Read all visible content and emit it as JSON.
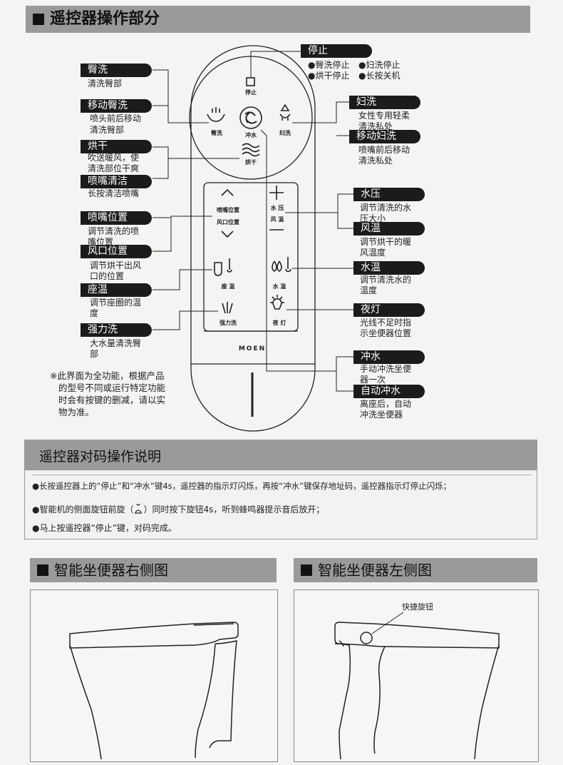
{
  "section_remote": {
    "title": "遥控器操作部分"
  },
  "remote": {
    "btn_stop": "停止",
    "btn_hip": "臀洗",
    "btn_flush": "冲水",
    "btn_lady": "妇洗",
    "btn_dry": "烘干",
    "btn_nozzle_pos": "喷嘴位置",
    "btn_air_pos": "风口位置",
    "btn_water_pressure": "水 压",
    "btn_air_temp": "风 温",
    "btn_seat_temp": "座 温",
    "btn_water_temp": "水 温",
    "btn_power_wash": "强力洗",
    "btn_night_light": "夜 灯",
    "brand": "MOEN"
  },
  "stop_info": {
    "title": "停止",
    "items": [
      "●臀洗停止",
      "●妇洗停止",
      "●烘干停止",
      "●长按关机"
    ]
  },
  "left_labels": [
    {
      "title": "臀洗",
      "lines": [
        "清洗臀部"
      ]
    },
    {
      "title": "移动臀洗",
      "lines": [
        "喷头前后移动",
        "清洗臀部"
      ]
    },
    {
      "title": "烘干",
      "lines": [
        "吹送暖风，使",
        "清洗部位干爽"
      ]
    },
    {
      "title": "喷嘴清洁",
      "lines": [
        "长按清洁喷嘴"
      ]
    },
    {
      "title": "喷嘴位置",
      "lines": [
        "调节清洗的喷",
        "嘴位置"
      ]
    },
    {
      "title": "风口位置",
      "lines": [
        "调节烘干出风",
        "口的位置"
      ]
    },
    {
      "title": "座温",
      "lines": [
        "调节座圈的温",
        "度"
      ]
    },
    {
      "title": "强力洗",
      "lines": [
        "大水量清洗臀",
        "部"
      ]
    }
  ],
  "right_labels": [
    {
      "title": "妇洗",
      "lines": [
        "女性专用轻柔",
        "清洗私处"
      ]
    },
    {
      "title": "移动妇洗",
      "lines": [
        "喷嘴前后移动",
        "清洗私处"
      ]
    },
    {
      "title": "水压",
      "lines": [
        "调节清洗的水",
        "压大小"
      ]
    },
    {
      "title": "风温",
      "lines": [
        "调节烘干的暖",
        "风温度"
      ]
    },
    {
      "title": "水温",
      "lines": [
        "调节清洗水的",
        "温度"
      ]
    },
    {
      "title": "夜灯",
      "lines": [
        "光线不足时指",
        "示坐便器位置"
      ]
    },
    {
      "title": "冲水",
      "lines": [
        "手动冲洗坐便",
        "器一次"
      ]
    },
    {
      "title": "自动冲水",
      "lines": [
        "离座后，自动",
        "冲洗坐便器"
      ]
    }
  ],
  "note_lines": [
    "※此界面为全功能，根据产品",
    "的型号不同或运行特定功能",
    "时会有按键的删减，请以实",
    "物为准。"
  ],
  "section_pairing": {
    "title": "遥控器对码操作说明",
    "items": [
      "●长按遥控器上的“停止”和“冲水”键4s，遥控器的指示灯闪烁，再按“冲水”键保存地址码，遥控器指示灯停止闪烁；",
      "●智能机的侧面旋钮前旋（",
      "）同时按下旋钮4s，听到蜂鸣器提示音后放开；",
      "●马上按遥控器“停止”键，对码完成。"
    ]
  },
  "section_right": {
    "title": "智能坐便器右侧图"
  },
  "section_left": {
    "title": "智能坐便器左侧图",
    "knob_label": "快捷旋钮"
  },
  "colors": {
    "header_bg": "#9a9a9a",
    "tag_bg": "#1b1b1b",
    "paper": "#f4f4f2"
  }
}
